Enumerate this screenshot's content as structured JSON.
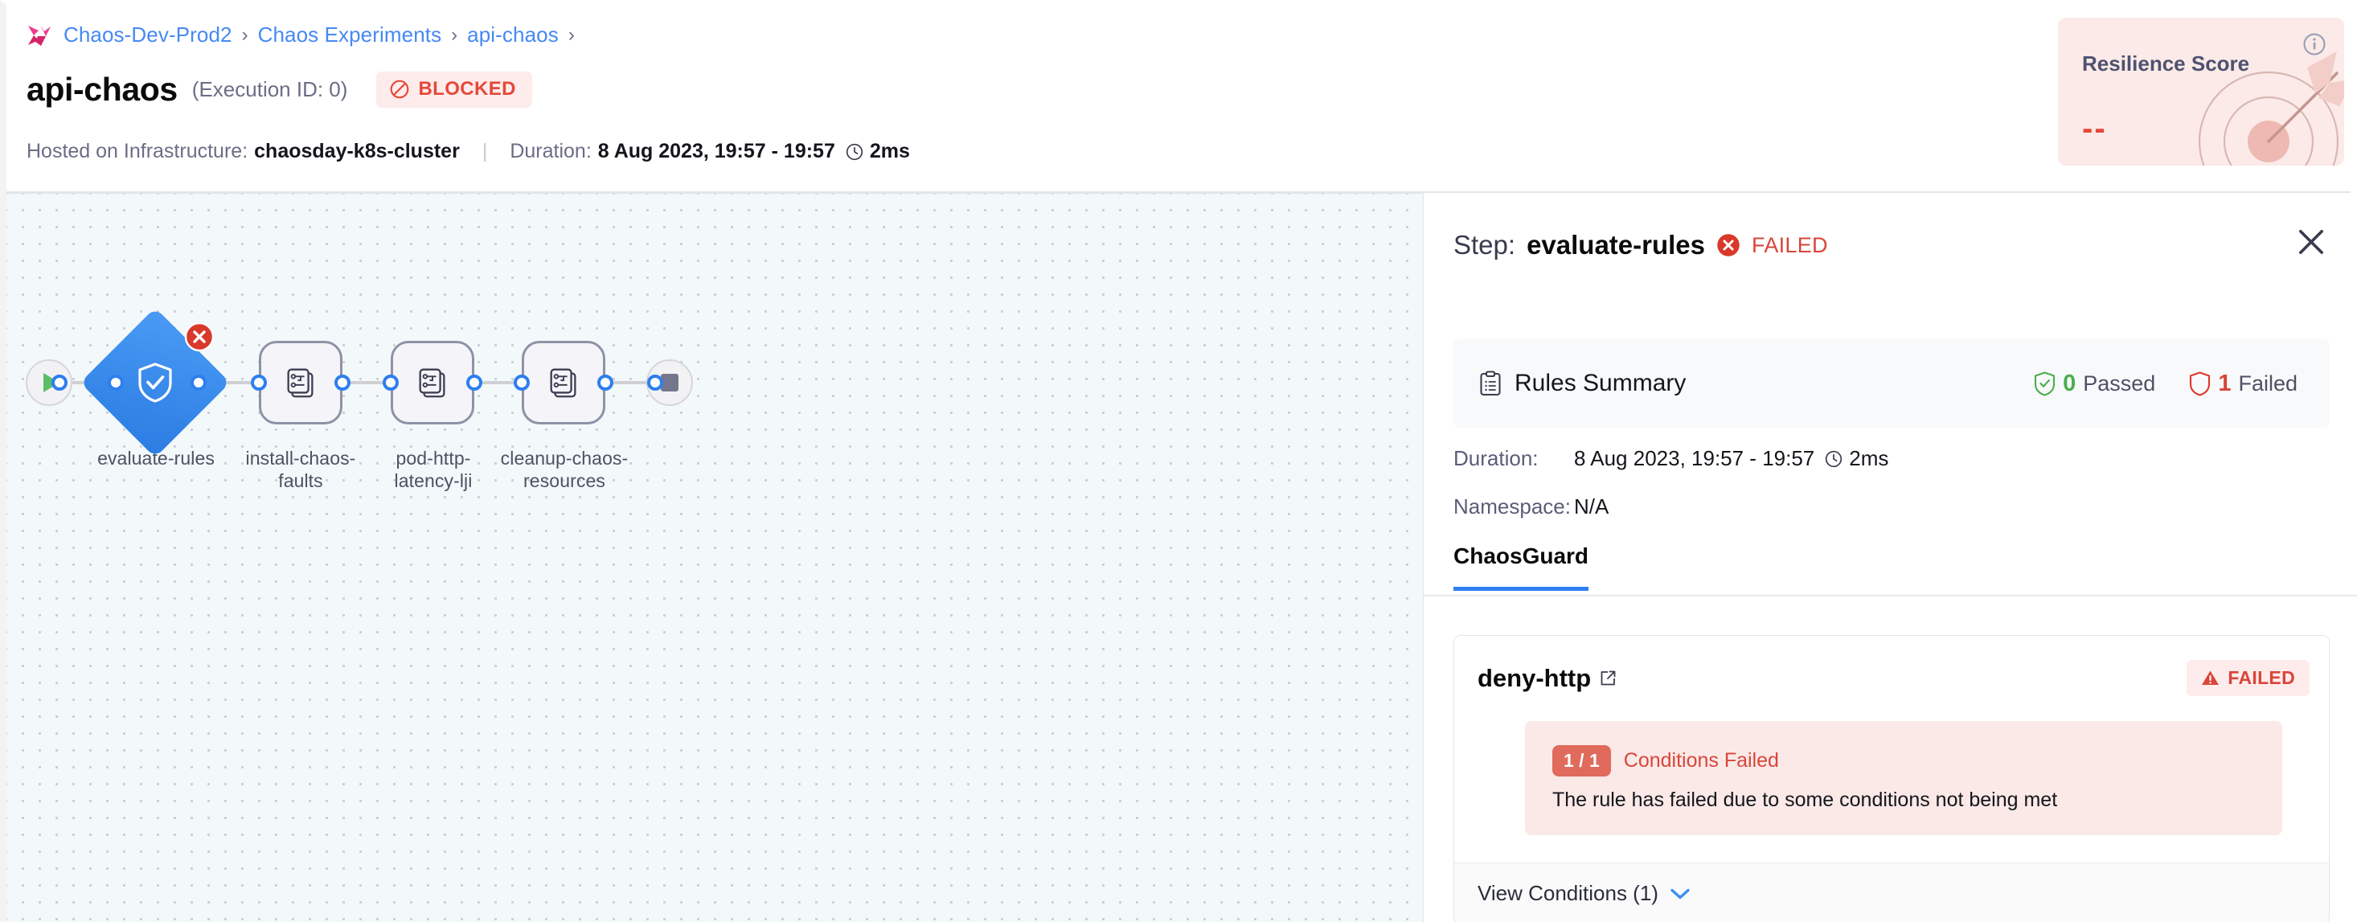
{
  "breadcrumb": {
    "logo_icon": "harness-logo-icon",
    "items": [
      "Chaos-Dev-Prod2",
      "Chaos Experiments",
      "api-chaos"
    ],
    "separator": "›",
    "trailing_separator": "›"
  },
  "header": {
    "title": "api-chaos",
    "execution_id": "(Execution ID: 0)",
    "status_badge": {
      "label": "BLOCKED",
      "icon": "blocked-icon",
      "color": "#e6483a",
      "bg": "#fdeceb"
    },
    "meta": {
      "infra_label": "Hosted on Infrastructure:",
      "infra_value": "chaosday-k8s-cluster",
      "duration_label": "Duration:",
      "duration_value": "8 Aug 2023, 19:57 - 19:57",
      "clock_icon": "clock-icon",
      "elapsed": "2ms"
    }
  },
  "resilience": {
    "title": "Resilience Score",
    "value": "--",
    "info_icon": "info-icon",
    "art_icon": "target-arrow-icon",
    "bg": "#fbeae8",
    "value_color": "#e6483a"
  },
  "graph": {
    "start_node": {
      "icon": "play-icon",
      "name": "start-node"
    },
    "end_node": {
      "icon": "stop-icon",
      "name": "end-node"
    },
    "nodes": [
      {
        "label": "evaluate-rules",
        "type": "diamond",
        "icon": "shield-check-icon",
        "status": "failed",
        "status_icon": "error-x-icon",
        "selected": true
      },
      {
        "label": "install-chaos-faults",
        "type": "square",
        "icon": "chaos-experiment-icon",
        "status": "none",
        "selected": false
      },
      {
        "label": "pod-http-latency-lji",
        "type": "square",
        "icon": "chaos-experiment-icon",
        "status": "none",
        "selected": false
      },
      {
        "label": "cleanup-chaos-resources",
        "type": "square",
        "icon": "chaos-experiment-icon",
        "status": "none",
        "selected": false
      }
    ]
  },
  "panel": {
    "step_prefix": "Step:",
    "step_name": "evaluate-rules",
    "status": "FAILED",
    "status_icon": "error-x-icon",
    "close_icon": "close-icon",
    "rules_summary": {
      "icon": "clipboard-icon",
      "title": "Rules Summary",
      "passed_count": "0",
      "passed_label": "Passed",
      "passed_icon": "shield-check-icon",
      "failed_count": "1",
      "failed_label": "Failed",
      "failed_icon": "shield-icon"
    },
    "details": [
      {
        "key": "Duration:",
        "value": "8 Aug 2023, 19:57 - 19:57",
        "clock_icon": "clock-icon",
        "elapsed": "2ms"
      },
      {
        "key": "Namespace:",
        "value": "N/A"
      }
    ],
    "tabs": [
      {
        "label": "ChaosGuard",
        "active": true
      }
    ],
    "rule": {
      "name": "deny-http",
      "external_link_icon": "external-link-icon",
      "badge": {
        "label": "FAILED",
        "icon": "warning-icon"
      },
      "condition": {
        "pill": "1 / 1",
        "title": "Conditions Failed",
        "description": "The rule has failed due to some conditions not being met"
      },
      "view_conditions": {
        "label": "View Conditions (1)",
        "icon": "chevron-down-icon"
      }
    }
  },
  "colors": {
    "accent_blue": "#2e7fee",
    "link_blue": "#4689f3",
    "danger_red": "#d9453a",
    "success_green": "#4bae4f",
    "canvas_bg": "#f3f8fb"
  }
}
